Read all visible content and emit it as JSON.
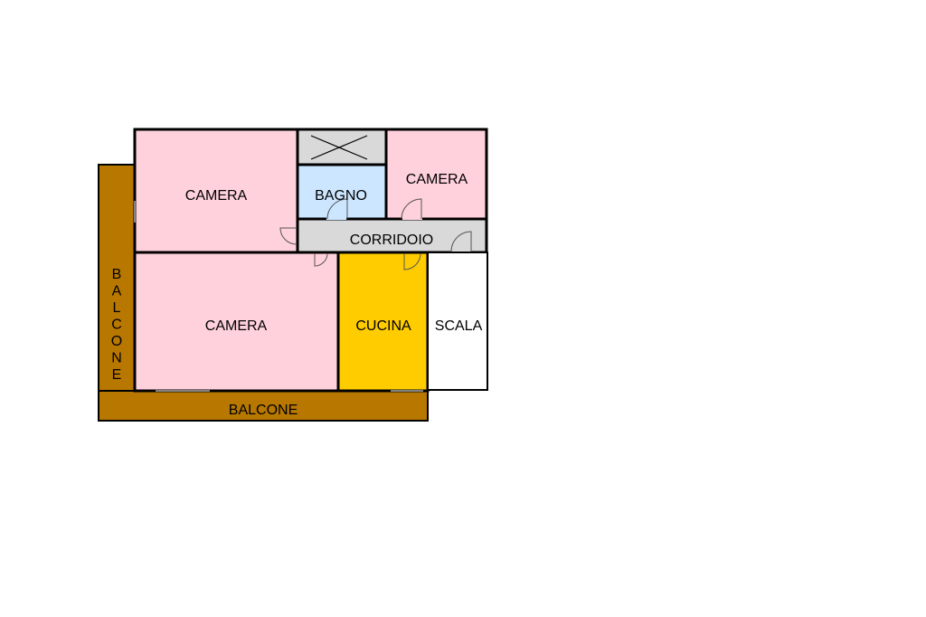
{
  "colors": {
    "camera": "#FFD1DC",
    "bagno": "#CCE6FF",
    "cucina": "#FFCC00",
    "balcone": "#B87800",
    "corridoio": "#D9D9D9",
    "cavedio": "#D9D9D9",
    "scala": "#FFFFFF",
    "wall": "#000000"
  },
  "rooms": {
    "camera_top_left": {
      "label": "CAMERA"
    },
    "cavedio": {
      "label": ""
    },
    "bagno": {
      "label": "BAGNO"
    },
    "camera_top_right": {
      "label": "CAMERA"
    },
    "corridoio": {
      "label": "CORRIDOIO"
    },
    "camera_bottom": {
      "label": "CAMERA"
    },
    "cucina": {
      "label": "CUCINA"
    },
    "scala": {
      "label": "SCALA"
    },
    "balcone_left": {
      "label": "BALCONE"
    },
    "balcone_bottom": {
      "label": "BALCONE"
    }
  }
}
